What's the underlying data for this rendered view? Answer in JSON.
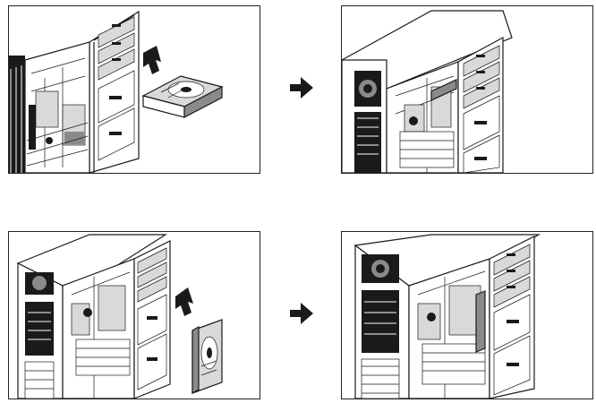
{
  "steps": [
    {
      "id": "top-left",
      "state": "before",
      "drive_orientation": "horizontal"
    },
    {
      "id": "top-right",
      "state": "after",
      "drive_orientation": "horizontal"
    },
    {
      "id": "bottom-left",
      "state": "before",
      "drive_orientation": "vertical"
    },
    {
      "id": "bottom-right",
      "state": "after",
      "drive_orientation": "vertical"
    }
  ],
  "colors": {
    "line": "#1a1a1a",
    "arrow": "#1a1a1a",
    "background": "#ffffff"
  },
  "icons": [
    "insert-arrow-icon",
    "next-step-arrow-icon",
    "hard-drive-icon"
  ]
}
